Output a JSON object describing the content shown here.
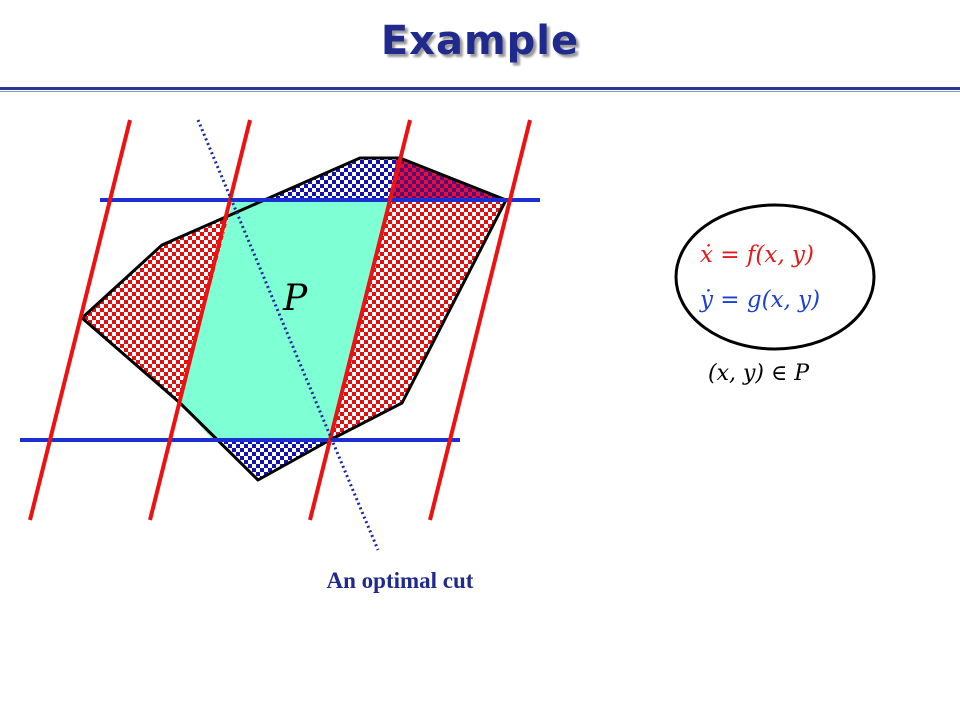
{
  "title": "Example",
  "region_label": "P",
  "caption": "An optimal cut",
  "system": {
    "eq1": "ẋ = f(x, y)",
    "eq2": "ẏ = g(x, y)",
    "domain": "(x, y) ∈ P"
  },
  "colors": {
    "title": "#1f2a8c",
    "feasible_fill": "#7fffd4",
    "red_lines": "#ee1111",
    "blue_lines": "#1a2fd0",
    "cut_line": "#1a2a9a",
    "eq1": "#e31b1b",
    "eq2": "#1d3fd6"
  }
}
